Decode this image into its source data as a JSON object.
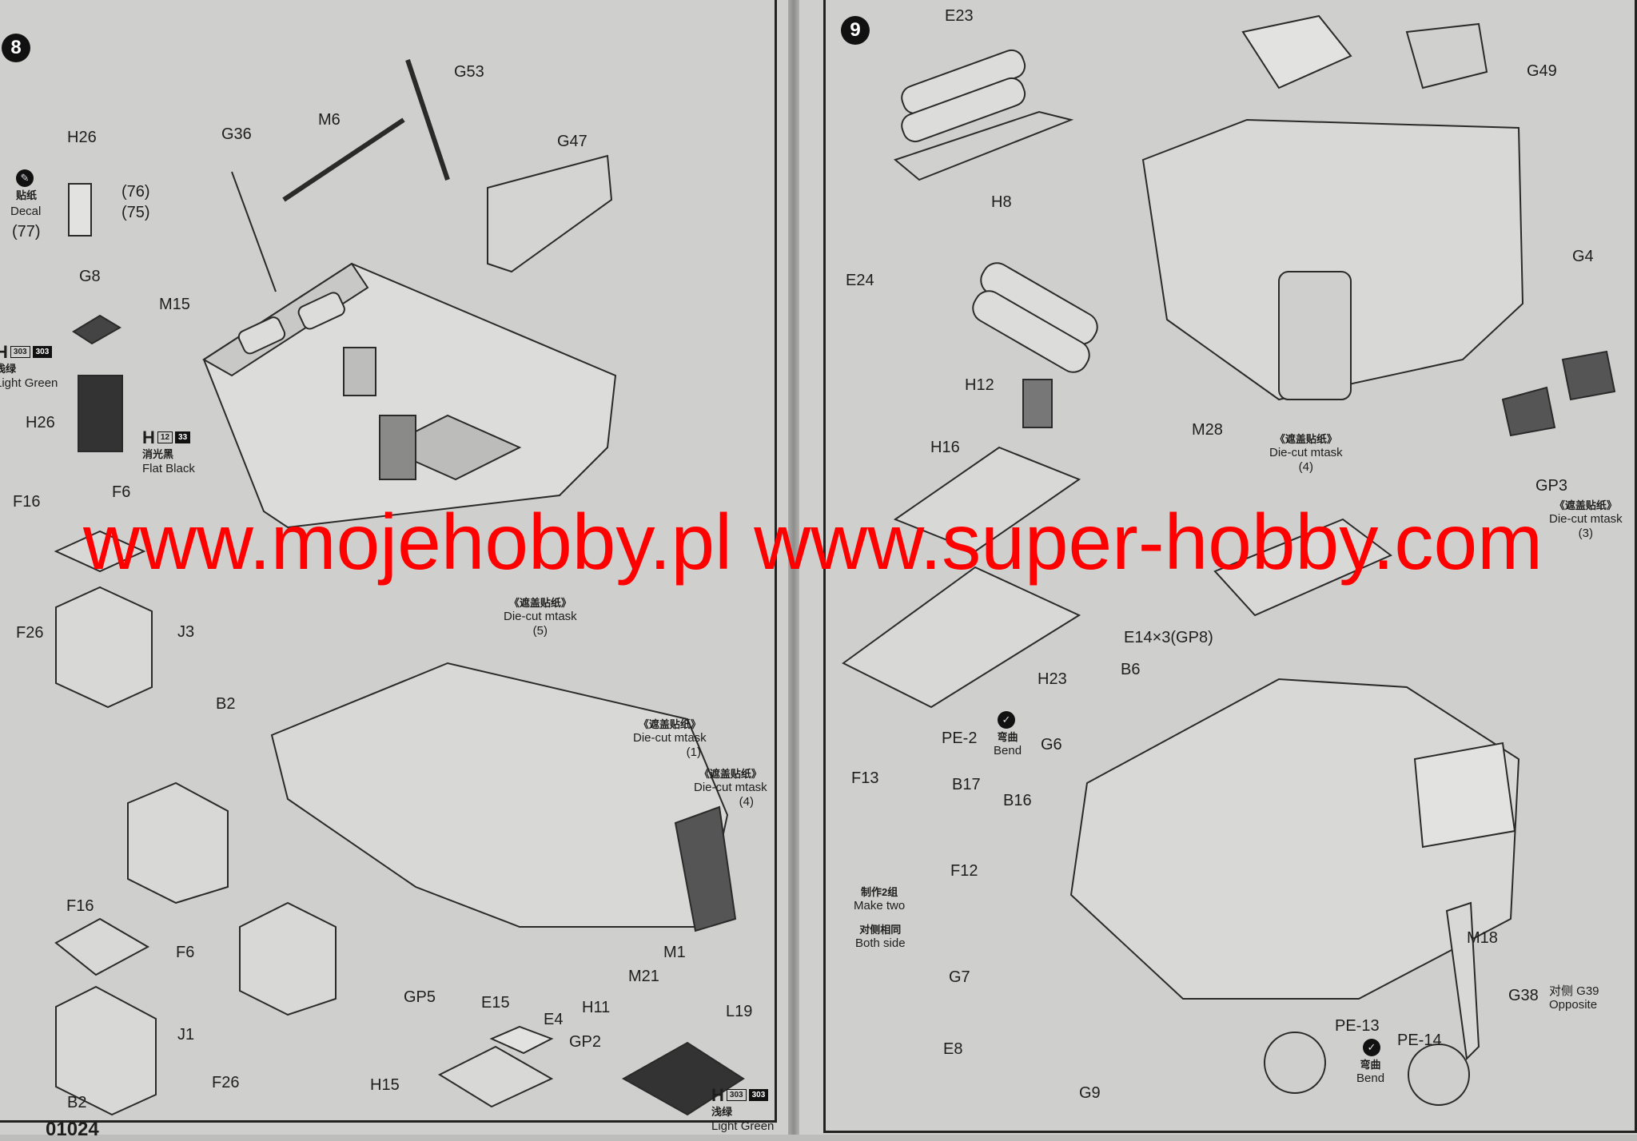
{
  "steps": {
    "left": "8",
    "right": "9"
  },
  "left_page": {
    "labels": {
      "h26_top": "H26",
      "decal_cn": "贴纸",
      "decal_en": "Decal",
      "d76": "(76)",
      "d75": "(75)",
      "d77": "(77)",
      "g8": "G8",
      "m15": "M15",
      "g36": "G36",
      "m6": "M6",
      "g53": "G53",
      "g47": "G47",
      "h26_bottom": "H26",
      "f16_top": "F16",
      "f6_top": "F6",
      "f26_top": "F26",
      "j3": "J3",
      "b2_top": "B2",
      "f16_bot": "F16",
      "f6_bot": "F6",
      "j1": "J1",
      "f26_bot": "F26",
      "b2_bot": "B2",
      "gp5": "GP5",
      "e15": "E15",
      "gp2": "GP2",
      "h15": "H15",
      "e4": "E4",
      "h11": "H11",
      "m21": "M21",
      "m1": "M1",
      "l19": "L19"
    },
    "paint_light_green_1": {
      "prefix": "H",
      "codes": [
        "303",
        "303"
      ],
      "cn": "浅绿",
      "en": "Light Green"
    },
    "paint_flat_black": {
      "prefix": "H",
      "codes": [
        "12",
        "33"
      ],
      "cn": "消光黑",
      "en": "Flat Black"
    },
    "paint_light_green_2": {
      "prefix": "H",
      "codes": [
        "303",
        "303"
      ],
      "cn": "浅绿",
      "en": "Light Green"
    },
    "mask5": {
      "cn": "《遮盖贴纸》",
      "en": "Die-cut mtask",
      "num": "(5)"
    },
    "mask1": {
      "cn": "《遮盖贴纸》",
      "en": "Die-cut mtask",
      "num": "(1)"
    },
    "mask4": {
      "cn": "《遮盖贴纸》",
      "en": "Die-cut mtask",
      "num": "(4)"
    },
    "page_number": "01024"
  },
  "right_page": {
    "labels": {
      "e23": "E23",
      "g49": "G49",
      "h8": "H8",
      "e24": "E24",
      "g4": "G4",
      "h12": "H12",
      "m28": "M28",
      "h16": "H16",
      "gp3": "GP3",
      "e14": "E14×3(GP8)",
      "b6": "B6",
      "h23": "H23",
      "pe2": "PE-2",
      "g6": "G6",
      "f13": "F13",
      "b17": "B17",
      "b16": "B16",
      "f12": "F12",
      "g7": "G7",
      "e8": "E8",
      "g9": "G9",
      "m18": "M18",
      "g38": "G38",
      "pe13": "PE-13",
      "pe14": "PE-14"
    },
    "mask4": {
      "cn": "《遮盖贴纸》",
      "en": "Die-cut mtask",
      "num": "(4)"
    },
    "mask3": {
      "cn": "《遮盖贴纸》",
      "en": "Die-cut mtask",
      "num": "(3)"
    },
    "bend1": {
      "cn": "弯曲",
      "en": "Bend"
    },
    "bend2": {
      "cn": "弯曲",
      "en": "Bend"
    },
    "make_two": {
      "cn": "制作2组",
      "en": "Make two"
    },
    "both_side": {
      "cn": "对侧相同",
      "en": "Both side"
    },
    "opposite": {
      "cn": "对侧 G39",
      "en": "Opposite"
    }
  },
  "watermark": "www.mojehobby.pl www.super-hobby.com",
  "colors": {
    "watermark": "#ff0000",
    "paper": "#cfcfcd",
    "ink": "#1e1e1e"
  }
}
